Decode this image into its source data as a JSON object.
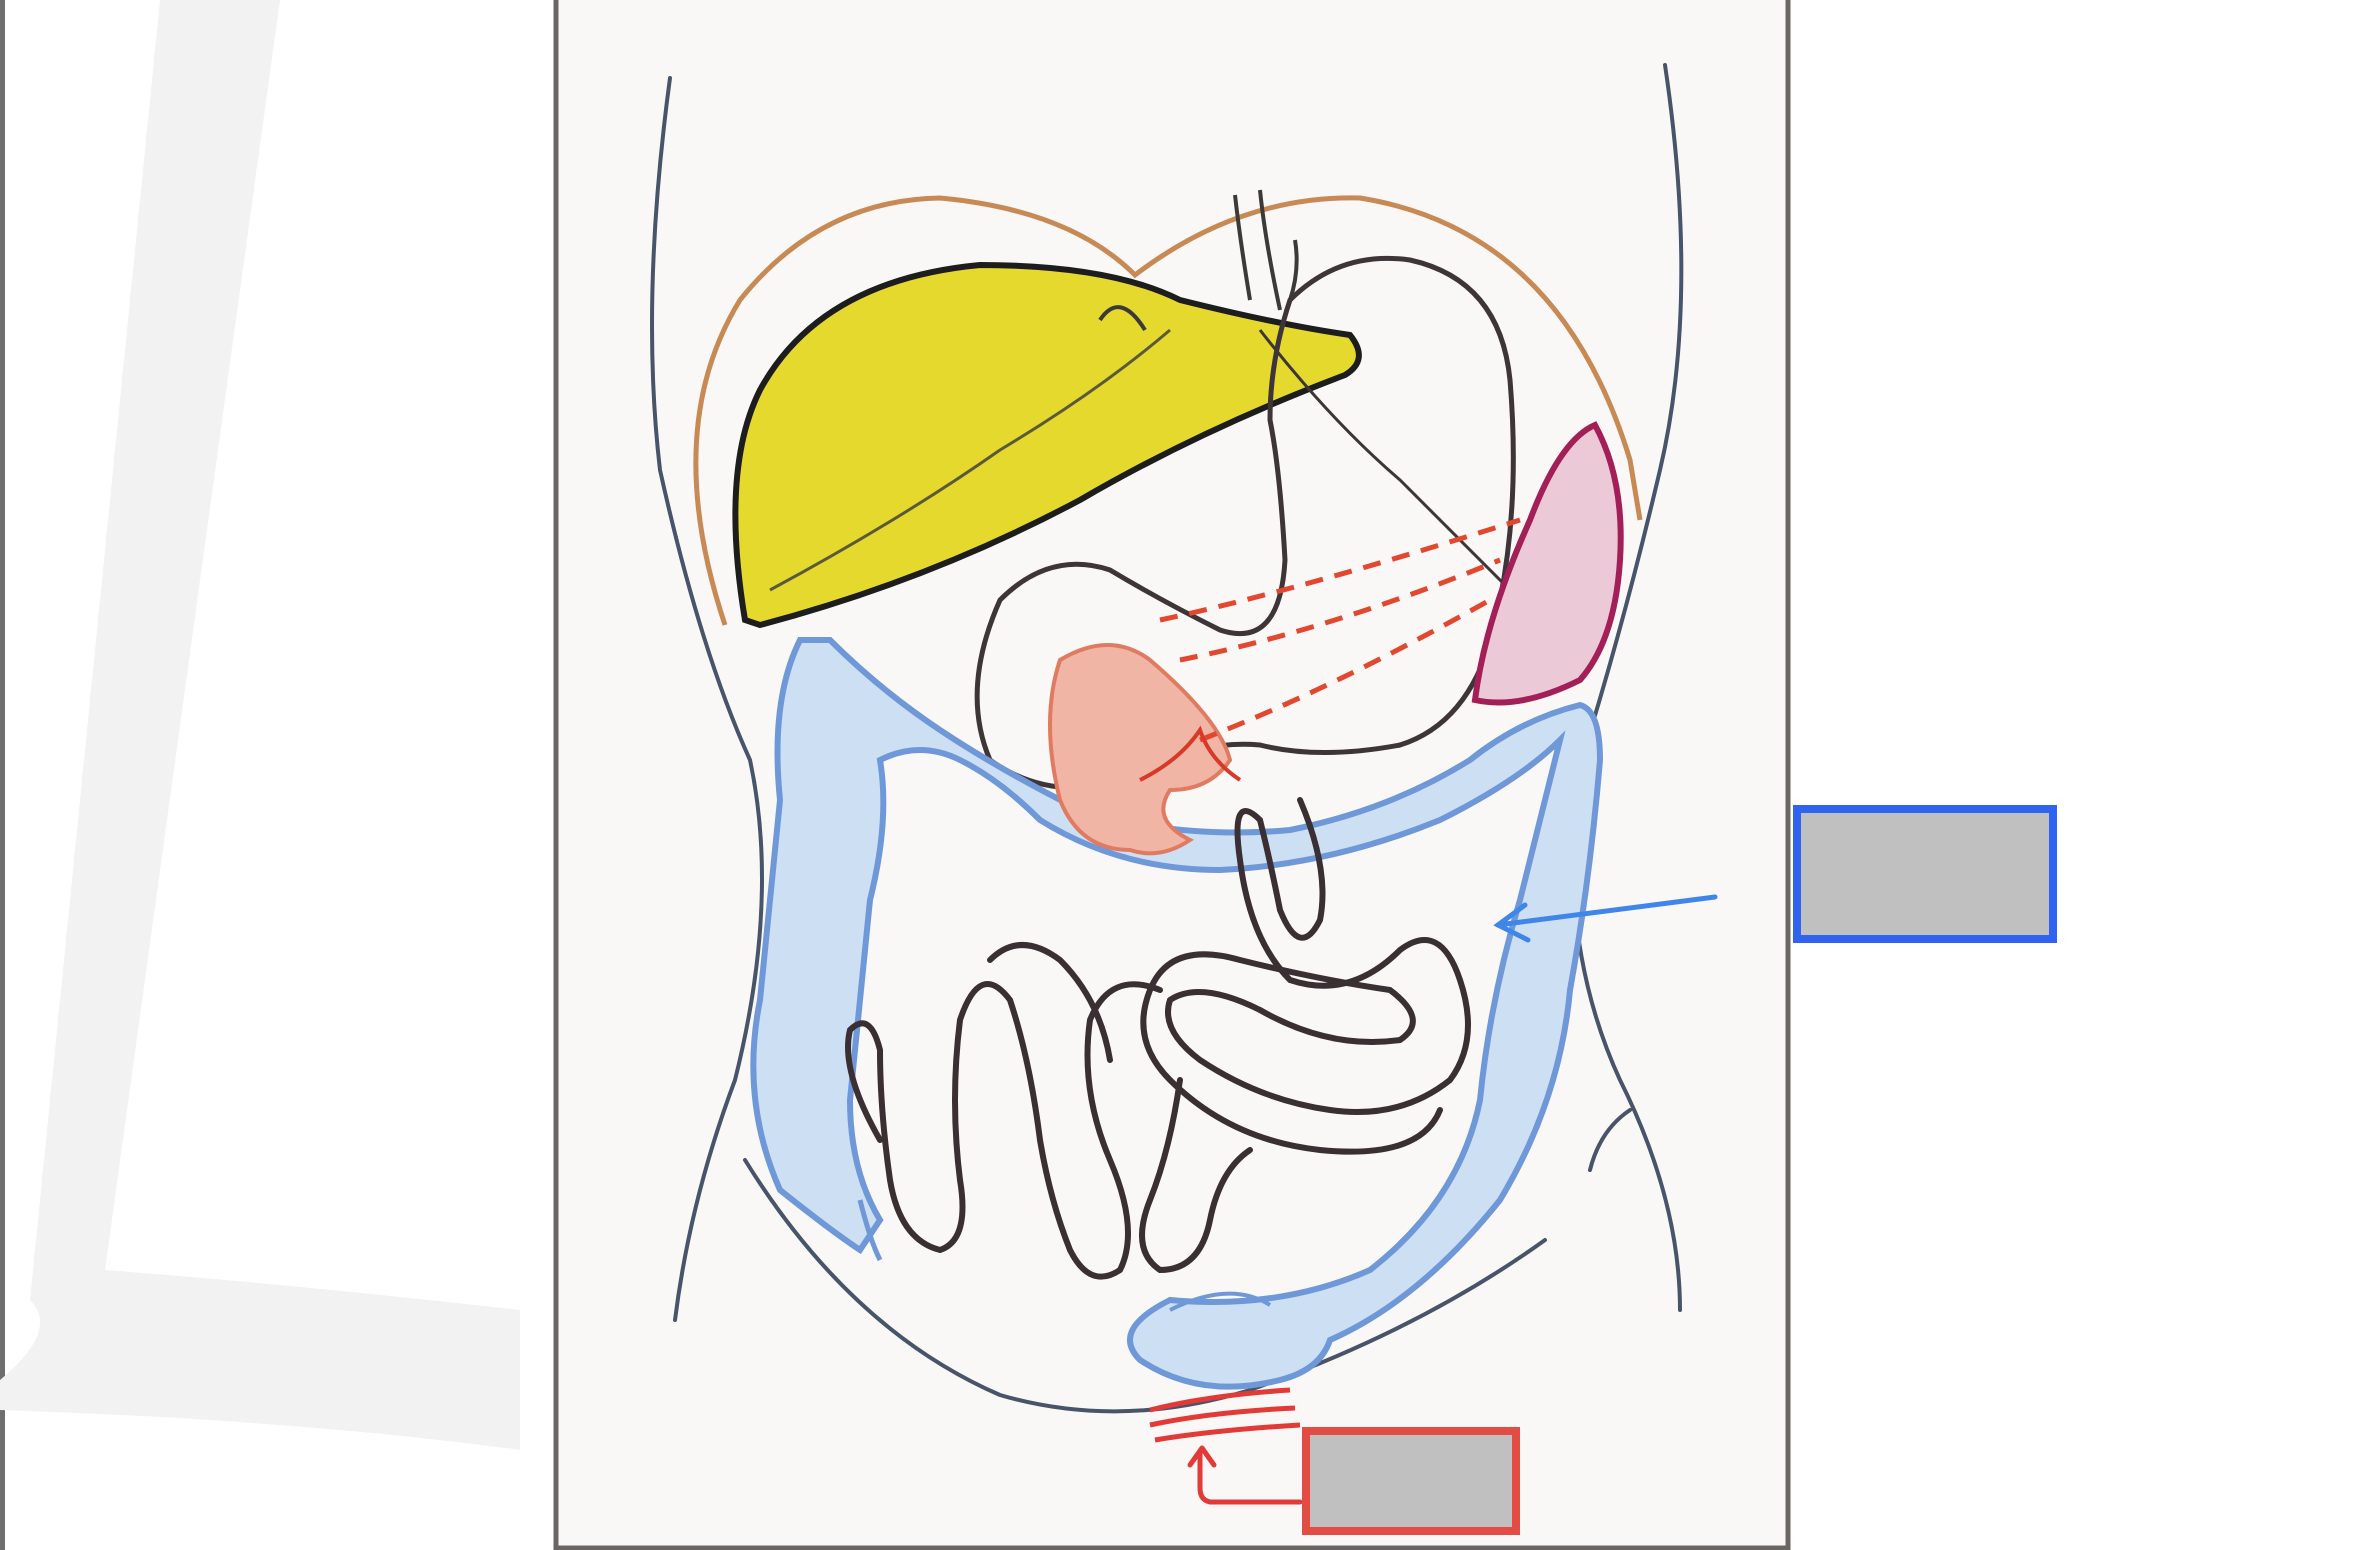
{
  "diagram": {
    "subject": "abdominal-organs-sketch",
    "labels": [
      {
        "id": "label-1",
        "text": ""
      },
      {
        "id": "label-2",
        "text": ""
      }
    ],
    "colors": {
      "background": "#ffffff",
      "paper": "#f9f8f6",
      "liver": "#e6d92e",
      "diaphragm": "#c88a55",
      "colon": "#6f98d8",
      "colon_fill": "#cddff3",
      "pancreas": "#e07a60",
      "spleen": "#a31f57",
      "intestine": "#3a2f33",
      "label_blank": "#c0c0c0",
      "label_blue_border": "#2f63f0",
      "label_red_border": "#e24c44",
      "arrow_blue": "#3f86e8",
      "arrow_red": "#e23a36"
    }
  }
}
